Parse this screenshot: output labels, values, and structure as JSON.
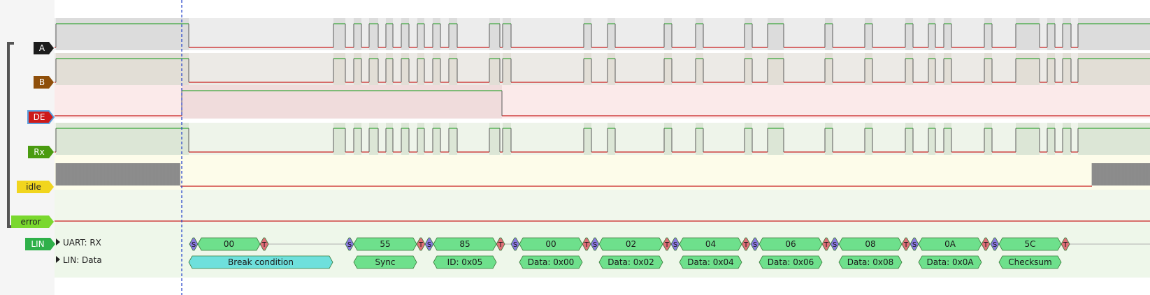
{
  "colors": {
    "trace_high": "#3aa63a",
    "trace_low": "#c81e1e",
    "cursor": "#1e3cc8",
    "decode_green": "#6ee08c",
    "decode_cyan": "#6ee0dc",
    "start_bit": "#8a78e0",
    "stop_bit": "#e06e78",
    "edge_stroke": "#5a5a5a"
  },
  "channels": [
    {
      "id": "A",
      "label": "A",
      "tag_color": "#1c1c1c",
      "text_color": "#ffffff"
    },
    {
      "id": "B",
      "label": "B",
      "tag_color": "#8f4f0a",
      "text_color": "#ffffff"
    },
    {
      "id": "DE",
      "label": "DE",
      "tag_color": "#cc1a1a",
      "text_color": "#ffffff"
    },
    {
      "id": "Rx",
      "label": "Rx",
      "tag_color": "#4a9b10",
      "text_color": "#ffffff"
    },
    {
      "id": "idle",
      "label": "idle",
      "tag_color": "#f1d51e",
      "text_color": "#222222"
    },
    {
      "id": "error",
      "label": "error",
      "tag_color": "#7ad82e",
      "text_color": "#222222"
    }
  ],
  "decoder": {
    "label": "LIN",
    "tag_color": "#2fb04a",
    "rows": [
      {
        "id": "uart-rx",
        "label": "UART: RX"
      },
      {
        "id": "lin-data",
        "label": "LIN: Data"
      }
    ],
    "uart_bytes": [
      "00",
      "55",
      "85",
      "00",
      "02",
      "04",
      "06",
      "08",
      "0A",
      "5C"
    ],
    "start_marker": "S",
    "stop_marker": "T",
    "lin_fields": [
      "Break condition",
      "Sync",
      "ID: 0x05",
      "Data: 0x00",
      "Data: 0x02",
      "Data: 0x04",
      "Data: 0x06",
      "Data: 0x08",
      "Data: 0x0A",
      "Checksum"
    ]
  }
}
